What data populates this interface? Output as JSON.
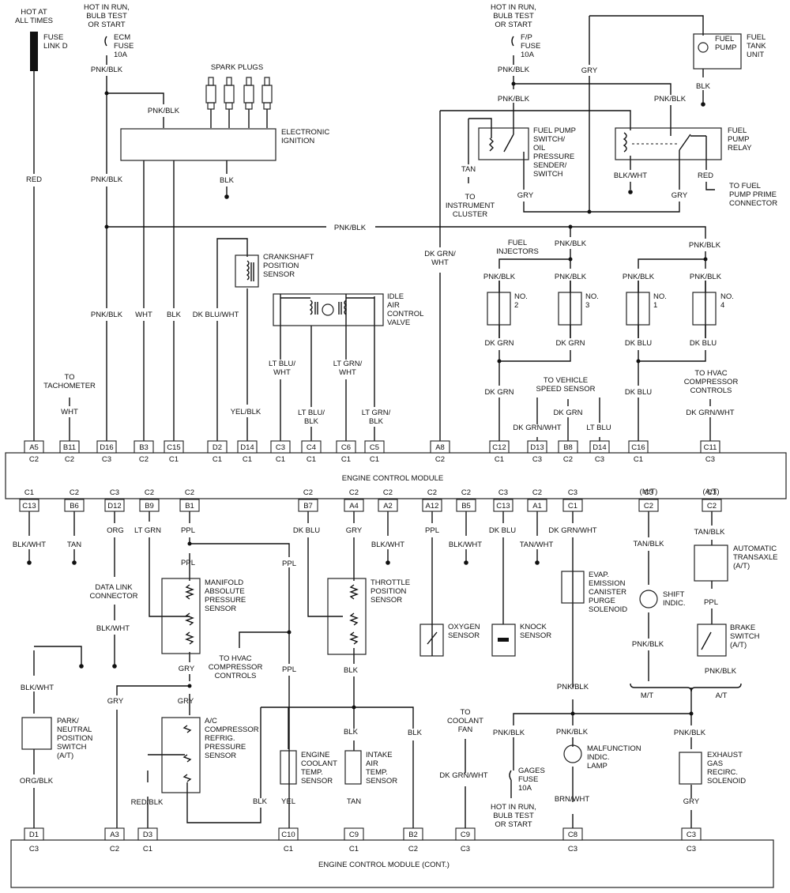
{
  "diagram": {
    "ecm_label": "ENGINE CONTROL MODULE",
    "ecm2_label": "ENGINE CONTROL MODULE (CONT.)",
    "power_sources": {
      "hot_all_times": [
        "HOT AT",
        "ALL TIMES"
      ],
      "fuse_link": [
        "FUSE",
        "LINK D"
      ],
      "hot_run_1": [
        "HOT IN RUN,",
        "BULB TEST",
        "OR START"
      ],
      "ecm_fuse": [
        "ECM",
        "FUSE",
        "10A"
      ],
      "hot_run_2": [
        "HOT IN RUN,",
        "BULB TEST",
        "OR START"
      ],
      "fp_fuse": [
        "F/P",
        "FUSE",
        "10A"
      ],
      "hot_run_3": [
        "HOT IN RUN,",
        "BULB TEST",
        "OR START"
      ],
      "gages_fuse": [
        "GAGES",
        "FUSE",
        "10A"
      ]
    },
    "components": {
      "spark_plugs": "SPARK PLUGS",
      "electronic_ignition": [
        "ELECTRONIC",
        "IGNITION"
      ],
      "fuel_tank_unit": [
        "FUEL",
        "TANK",
        "UNIT"
      ],
      "fuel_pump": [
        "FUEL",
        "PUMP"
      ],
      "fuel_pump_switch": [
        "FUEL PUMP",
        "SWITCH/",
        "OIL",
        "PRESSURE",
        "SENDER/",
        "SWITCH"
      ],
      "fuel_pump_relay": [
        "FUEL",
        "PUMP",
        "RELAY"
      ],
      "to_fuel_pump_prime": [
        "TO FUEL",
        "PUMP PRIME",
        "CONNECTOR"
      ],
      "to_instrument_cluster": [
        "TO",
        "INSTRUMENT",
        "CLUSTER"
      ],
      "crankshaft_sensor": [
        "CRANKSHAFT",
        "POSITION",
        "SENSOR"
      ],
      "idle_air_control": [
        "IDLE",
        "AIR",
        "CONTROL",
        "VALVE"
      ],
      "fuel_injectors": [
        "FUEL",
        "INJECTORS"
      ],
      "injector_labels": [
        [
          "NO.",
          "2"
        ],
        [
          "NO.",
          "3"
        ],
        [
          "NO.",
          "1"
        ],
        [
          "NO.",
          "4"
        ]
      ],
      "to_tachometer": [
        "TO",
        "TACHOMETER"
      ],
      "to_vss": [
        "TO VEHICLE",
        "SPEED SENSOR"
      ],
      "to_hvac_top": [
        "TO HVAC",
        "COMPRESSOR",
        "CONTROLS"
      ],
      "data_link": [
        "DATA LINK",
        "CONNECTOR"
      ],
      "map_sensor": [
        "MANIFOLD",
        "ABSOLUTE",
        "PRESSURE",
        "SENSOR"
      ],
      "tps": [
        "THROTTLE",
        "POSITION",
        "SENSOR"
      ],
      "oxygen_sensor": [
        "OXYGEN",
        "SENSOR"
      ],
      "knock_sensor": [
        "KNOCK",
        "SENSOR"
      ],
      "evap": [
        "EVAP.",
        "EMISSION",
        "CANISTER",
        "PURGE",
        "SOLENOID"
      ],
      "shift_indic": [
        "SHIFT",
        "INDIC."
      ],
      "auto_transaxle": [
        "AUTOMATIC",
        "TRANSAXLE",
        "(A/T)"
      ],
      "brake_switch": [
        "BRAKE",
        "SWITCH",
        "(A/T)"
      ],
      "to_hvac_mid": [
        "TO HVAC",
        "COMPRESSOR",
        "CONTROLS"
      ],
      "park_neutral": [
        "PARK/",
        "NEUTRAL",
        "POSITION",
        "SWITCH",
        "(A/T)"
      ],
      "ac_pressure": [
        "A/C",
        "COMPRESSOR",
        "REFRIG.",
        "PRESSURE",
        "SENSOR"
      ],
      "coolant_temp": [
        "ENGINE",
        "COOLANT",
        "TEMP.",
        "SENSOR"
      ],
      "intake_air_temp": [
        "INTAKE",
        "AIR",
        "TEMP.",
        "SENSOR"
      ],
      "to_coolant_fan": [
        "TO",
        "COOLANT",
        "FAN"
      ],
      "mil": [
        "MALFUNCTION",
        "INDIC.",
        "LAMP"
      ],
      "egr": [
        "EXHAUST",
        "GAS",
        "RECIRC.",
        "SOLENOID"
      ],
      "mt_label": "M/T",
      "at_label": "A/T",
      "mt_paren": "(M/T)",
      "at_paren": "(A/T)"
    },
    "ecm_top_pins": [
      {
        "pin": "A5",
        "conn": "C2",
        "wire": "RED"
      },
      {
        "pin": "B11",
        "conn": "C2",
        "wire": "WHT"
      },
      {
        "pin": "D16",
        "conn": "C3",
        "wire": "PNK/BLK"
      },
      {
        "pin": "B3",
        "conn": "C2",
        "wire": "WHT"
      },
      {
        "pin": "C15",
        "conn": "C1",
        "wire": "BLK"
      },
      {
        "pin": "D2",
        "conn": "C1",
        "wire": "DK BLU/WHT"
      },
      {
        "pin": "D14",
        "conn": "C1",
        "wire": "YEL/BLK"
      },
      {
        "pin": "C3",
        "conn": "C1",
        "wire": "LT BLU/ WHT"
      },
      {
        "pin": "C4",
        "conn": "C1",
        "wire": "LT BLU/ BLK"
      },
      {
        "pin": "C6",
        "conn": "C1",
        "wire": "LT GRN/ WHT"
      },
      {
        "pin": "C5",
        "conn": "C1",
        "wire": "LT GRN/ BLK"
      },
      {
        "pin": "A8",
        "conn": "C2",
        "wire": "DK GRN/ WHT"
      },
      {
        "pin": "C12",
        "conn": "C1",
        "wire": "DK GRN"
      },
      {
        "pin": "D13",
        "conn": "C3",
        "wire": "DK GRN/WHT"
      },
      {
        "pin": "B8",
        "conn": "C2",
        "wire": "DK GRN"
      },
      {
        "pin": "D14",
        "conn": "C3",
        "wire": "LT BLU"
      },
      {
        "pin": "C16",
        "conn": "C1",
        "wire": "DK BLU"
      },
      {
        "pin": "C11",
        "conn": "C3",
        "wire": "DK GRN/WHT"
      }
    ],
    "ecm_bottom_pins": [
      {
        "pin": "C13",
        "conn": "C1",
        "wire": "BLK/WHT"
      },
      {
        "pin": "B6",
        "conn": "C2",
        "wire": "TAN"
      },
      {
        "pin": "D12",
        "conn": "C3",
        "wire": "ORG"
      },
      {
        "pin": "B9",
        "conn": "C2",
        "wire": "LT GRN"
      },
      {
        "pin": "B1",
        "conn": "C2",
        "wire": "PPL"
      },
      {
        "pin": "B7",
        "conn": "C2",
        "wire": "DK BLU"
      },
      {
        "pin": "A4",
        "conn": "C2",
        "wire": "GRY"
      },
      {
        "pin": "A2",
        "conn": "C2",
        "wire": "BLK/WHT"
      },
      {
        "pin": "A12",
        "conn": "C2",
        "wire": "PPL"
      },
      {
        "pin": "B5",
        "conn": "C2",
        "wire": "BLK/WHT"
      },
      {
        "pin": "C13",
        "conn": "C3",
        "wire": "DK BLU"
      },
      {
        "pin": "A1",
        "conn": "C2",
        "wire": "TAN/WHT"
      },
      {
        "pin": "C1",
        "conn": "C3",
        "wire": "DK GRN/WHT"
      },
      {
        "pin": "C2",
        "conn": "C3",
        "wire": "TAN/BLK"
      },
      {
        "pin": "C2",
        "conn": "C3",
        "wire": "TAN/BLK"
      }
    ],
    "ecm2_pins": [
      {
        "pin": "D1",
        "conn": "C3",
        "wire": "ORG/BLK"
      },
      {
        "pin": "A3",
        "conn": "C2",
        "wire": "GRY"
      },
      {
        "pin": "D3",
        "conn": "C1",
        "wire": "RED/BLK"
      },
      {
        "pin": "C10",
        "conn": "C1",
        "wire": "YEL"
      },
      {
        "pin": "C9",
        "conn": "C1",
        "wire": "TAN"
      },
      {
        "pin": "B2",
        "conn": "C2",
        "wire": "BLK"
      },
      {
        "pin": "C9",
        "conn": "C3",
        "wire": "DK GRN/WHT"
      },
      {
        "pin": "C8",
        "conn": "C3",
        "wire": "BRN/WHT"
      },
      {
        "pin": "C3",
        "conn": "C3",
        "wire": "GRY"
      }
    ],
    "wire_labels": {
      "pnk_blk": "PNK/BLK",
      "blk": "BLK",
      "gry": "GRY",
      "tan": "TAN",
      "red": "RED",
      "blk_wht": "BLK/WHT",
      "ppl": "PPL",
      "dk_grn": "DK GRN",
      "dk_blu": "DK BLU",
      "tan_blk": "TAN/BLK"
    }
  }
}
